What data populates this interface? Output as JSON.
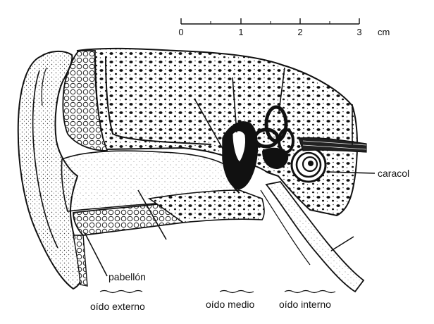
{
  "scale": {
    "ticks": [
      "0",
      "1",
      "2",
      "3"
    ],
    "unit": "cm"
  },
  "labels": {
    "caracol": "caracol",
    "pabellon": "pabellón"
  },
  "regions": {
    "externo": "oído externo",
    "medio": "oído medio",
    "interno": "oído interno"
  },
  "colors": {
    "ink": "#111111",
    "paper": "#ffffff",
    "bone_fill": "#d9d9d9",
    "skin_stipple": "#5a5a5a"
  }
}
